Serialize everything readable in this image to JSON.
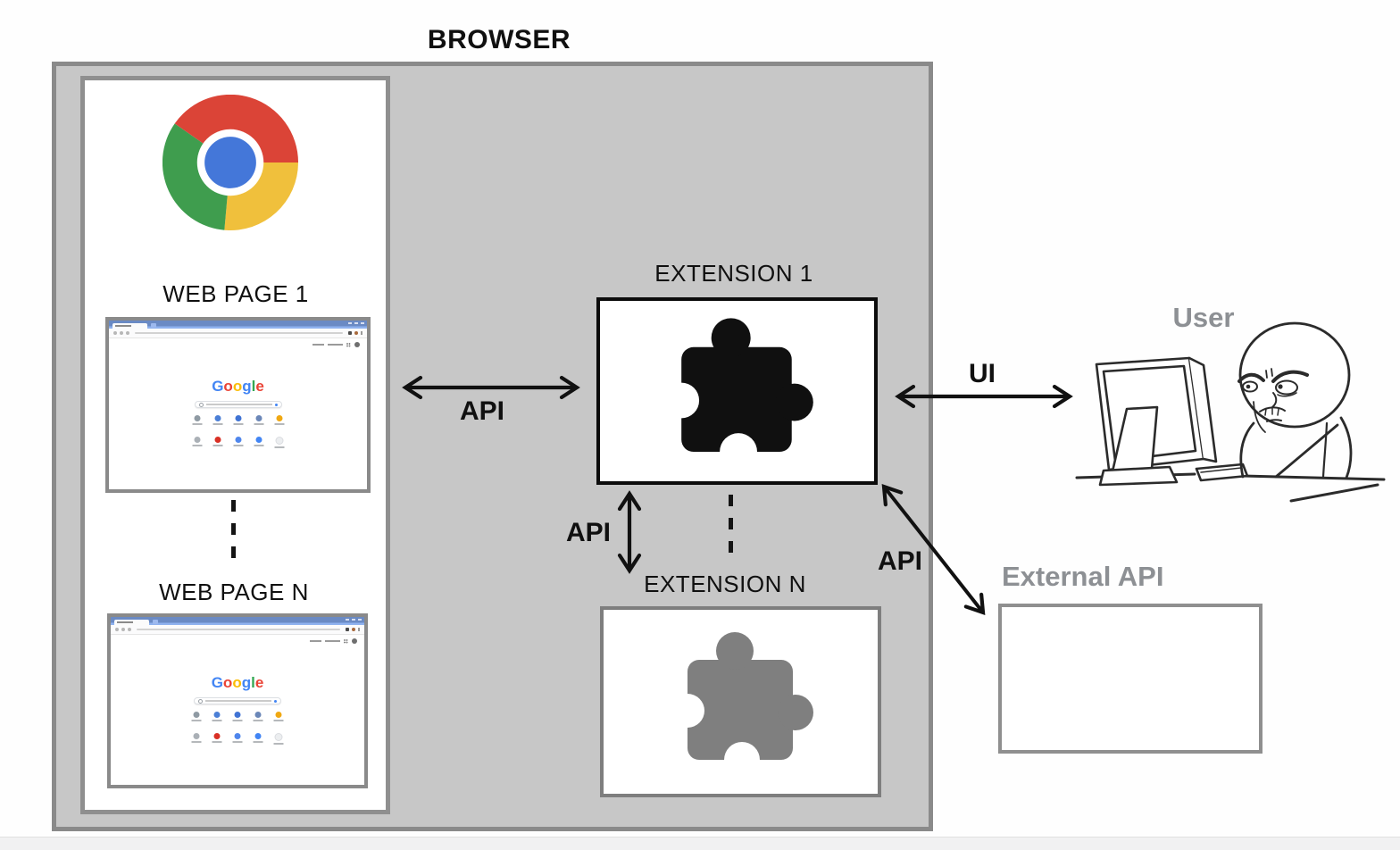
{
  "browser": {
    "title": "BROWSER"
  },
  "pages_panel": {
    "page1_label": "WEB PAGE 1",
    "pageN_label": "WEB PAGE N"
  },
  "extensions": {
    "ext1_label": "EXTENSION 1",
    "extN_label": "EXTENSION N"
  },
  "arrows": {
    "api_pages_label": "API",
    "api_extensions_label": "API",
    "api_external_label": "API",
    "ui_label": "UI"
  },
  "user": {
    "label": "User"
  },
  "external_api": {
    "label": "External API"
  },
  "colors": {
    "browser_fill": "#c7c7c7",
    "browser_border": "#8a8a8a",
    "muted_label": "#8d9094",
    "puzzle_dark": "#101010",
    "puzzle_gray": "#7f7f7f",
    "chrome_red": "#db4437",
    "chrome_green": "#3f9d4e",
    "chrome_yellow": "#f0c03c",
    "chrome_blue": "#4477d9",
    "titlebar_blue_dark": "#6a8ac4",
    "titlebar_blue_light": "#8fb2ef"
  },
  "thumbnail": {
    "logo_letters": [
      {
        "char": "G",
        "color": "#4285F4"
      },
      {
        "char": "o",
        "color": "#EA4335"
      },
      {
        "char": "o",
        "color": "#FBBC05"
      },
      {
        "char": "g",
        "color": "#4285F4"
      },
      {
        "char": "l",
        "color": "#34A853"
      },
      {
        "char": "e",
        "color": "#EA4335"
      }
    ],
    "shortcut_row1": [
      "#8f9aa3",
      "#4b7fd6",
      "#4073d4",
      "#6b87b8",
      "#f0a812"
    ],
    "shortcut_row2": [
      "#aab0b6",
      "#d93025",
      "#4f86ec",
      "#4285f4",
      "#eceef0"
    ]
  }
}
